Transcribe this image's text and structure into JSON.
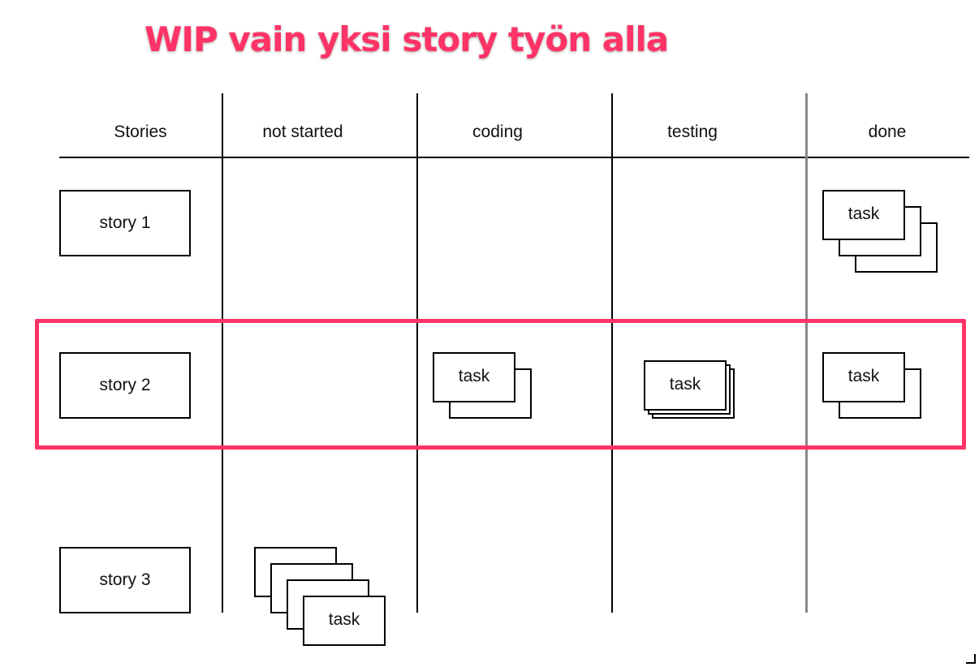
{
  "title": "WIP vain yksi story työn alla",
  "columns": [
    "Stories",
    "not started",
    "coding",
    "testing",
    "done"
  ],
  "stories": [
    "story 1",
    "story 2",
    "story 3"
  ],
  "task_label": "task",
  "colors": {
    "accent": "#ff3366",
    "line": "#000000",
    "done_divider": "#888888"
  }
}
